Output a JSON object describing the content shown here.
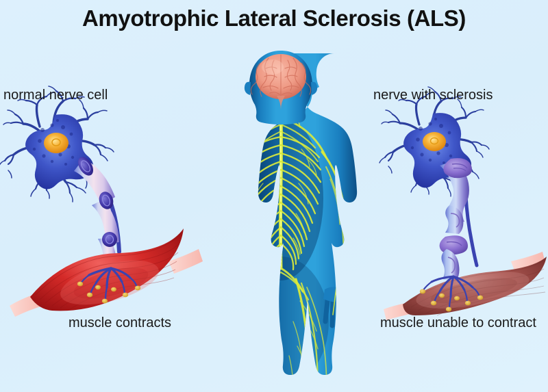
{
  "title": "Amyotrophic Lateral Sclerosis (ALS)",
  "labels": {
    "normal_nerve": "normal nerve cell",
    "sclerosis_nerve": "nerve with sclerosis",
    "muscle_contracts": "muscle contracts",
    "muscle_unable": "muscle unable to contract"
  },
  "colors": {
    "background_top": "#ddf0fd",
    "background_bottom": "#dff2fd",
    "title_text": "#111111",
    "label_text": "#1a1a1a",
    "neuron_soma": "#2f49b8",
    "neuron_soma_light": "#5f7fe0",
    "neuron_nucleus": "#f5a623",
    "neuron_nucleus_center": "#ffd873",
    "dendrite": "#2b3f9e",
    "myelin_healthy": "#e7d6ef",
    "myelin_node": "#4a3fb5",
    "myelin_sclerotic": "#8b7ad0",
    "axon_terminal": "#3a43b0",
    "synapse_plate": "#e0b84a",
    "muscle_healthy": "#cc1f22",
    "muscle_healthy_light": "#ef5a57",
    "muscle_atrophied": "#a8514f",
    "muscle_atrophied_light": "#c07b79",
    "tendon": "#fbc9c2",
    "body_silhouette": "#1f86c6",
    "body_silhouette_dark": "#0d4f85",
    "nervous_system": "#d6e83a",
    "brain": "#f2a08e",
    "brain_shadow": "#d2705e"
  },
  "illustration": {
    "panels": [
      {
        "name": "left-panel",
        "nerve_state": "normal",
        "muscle_state": "contracting"
      },
      {
        "name": "center-panel",
        "content": "human-body-nervous-system"
      },
      {
        "name": "right-panel",
        "nerve_state": "sclerotic",
        "muscle_state": "atrophied"
      }
    ],
    "myelin_segments_normal": 3,
    "myelin_segments_sclerotic": 3,
    "synapse_plates": 7
  }
}
